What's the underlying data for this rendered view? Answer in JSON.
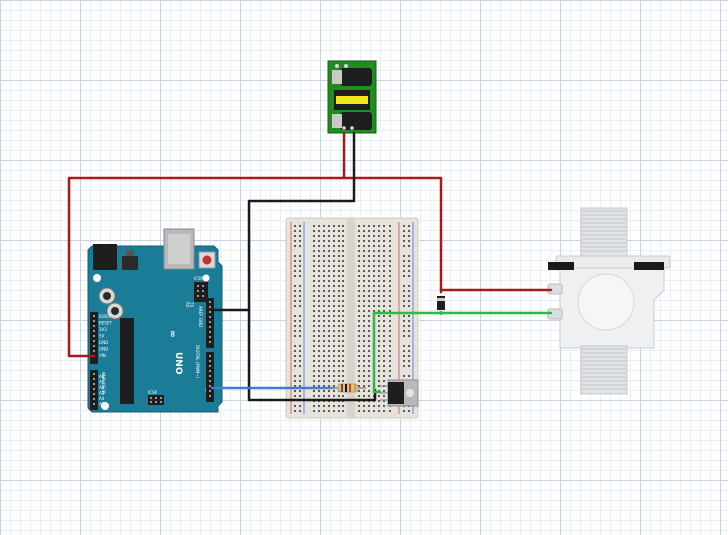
{
  "arduino": {
    "model": "UNO",
    "tx_label": "TX",
    "rx_label": "RX",
    "icsp_label": "ICSP",
    "icsp2_label": "ICSP",
    "aref_label": "AREF",
    "gnd_label": "GND",
    "digital_label": "DIGITAL (PWM~)",
    "analog_label": "ANALOG IN",
    "power_labels": [
      "IOREF",
      "RESET",
      "3V3",
      "5V",
      "GND",
      "GND",
      "VIN"
    ],
    "analog_pins": [
      "A0",
      "A1",
      "A2",
      "A3",
      "A4",
      "A5"
    ]
  },
  "wire_colors": {
    "red": "#a8191b",
    "black": "#1a1a1a",
    "blue": "#3f7fd0",
    "green": "#2db84a"
  },
  "colors": {
    "board": "#1b7c98",
    "breadboard": "#e6e3dc",
    "psu_pcb": "#1f8d1f",
    "valve": "#e7e9eb"
  },
  "icons": [
    "arduino-uno",
    "breadboard",
    "power-supply-module",
    "solenoid-valve",
    "diode",
    "resistor",
    "transistor"
  ]
}
